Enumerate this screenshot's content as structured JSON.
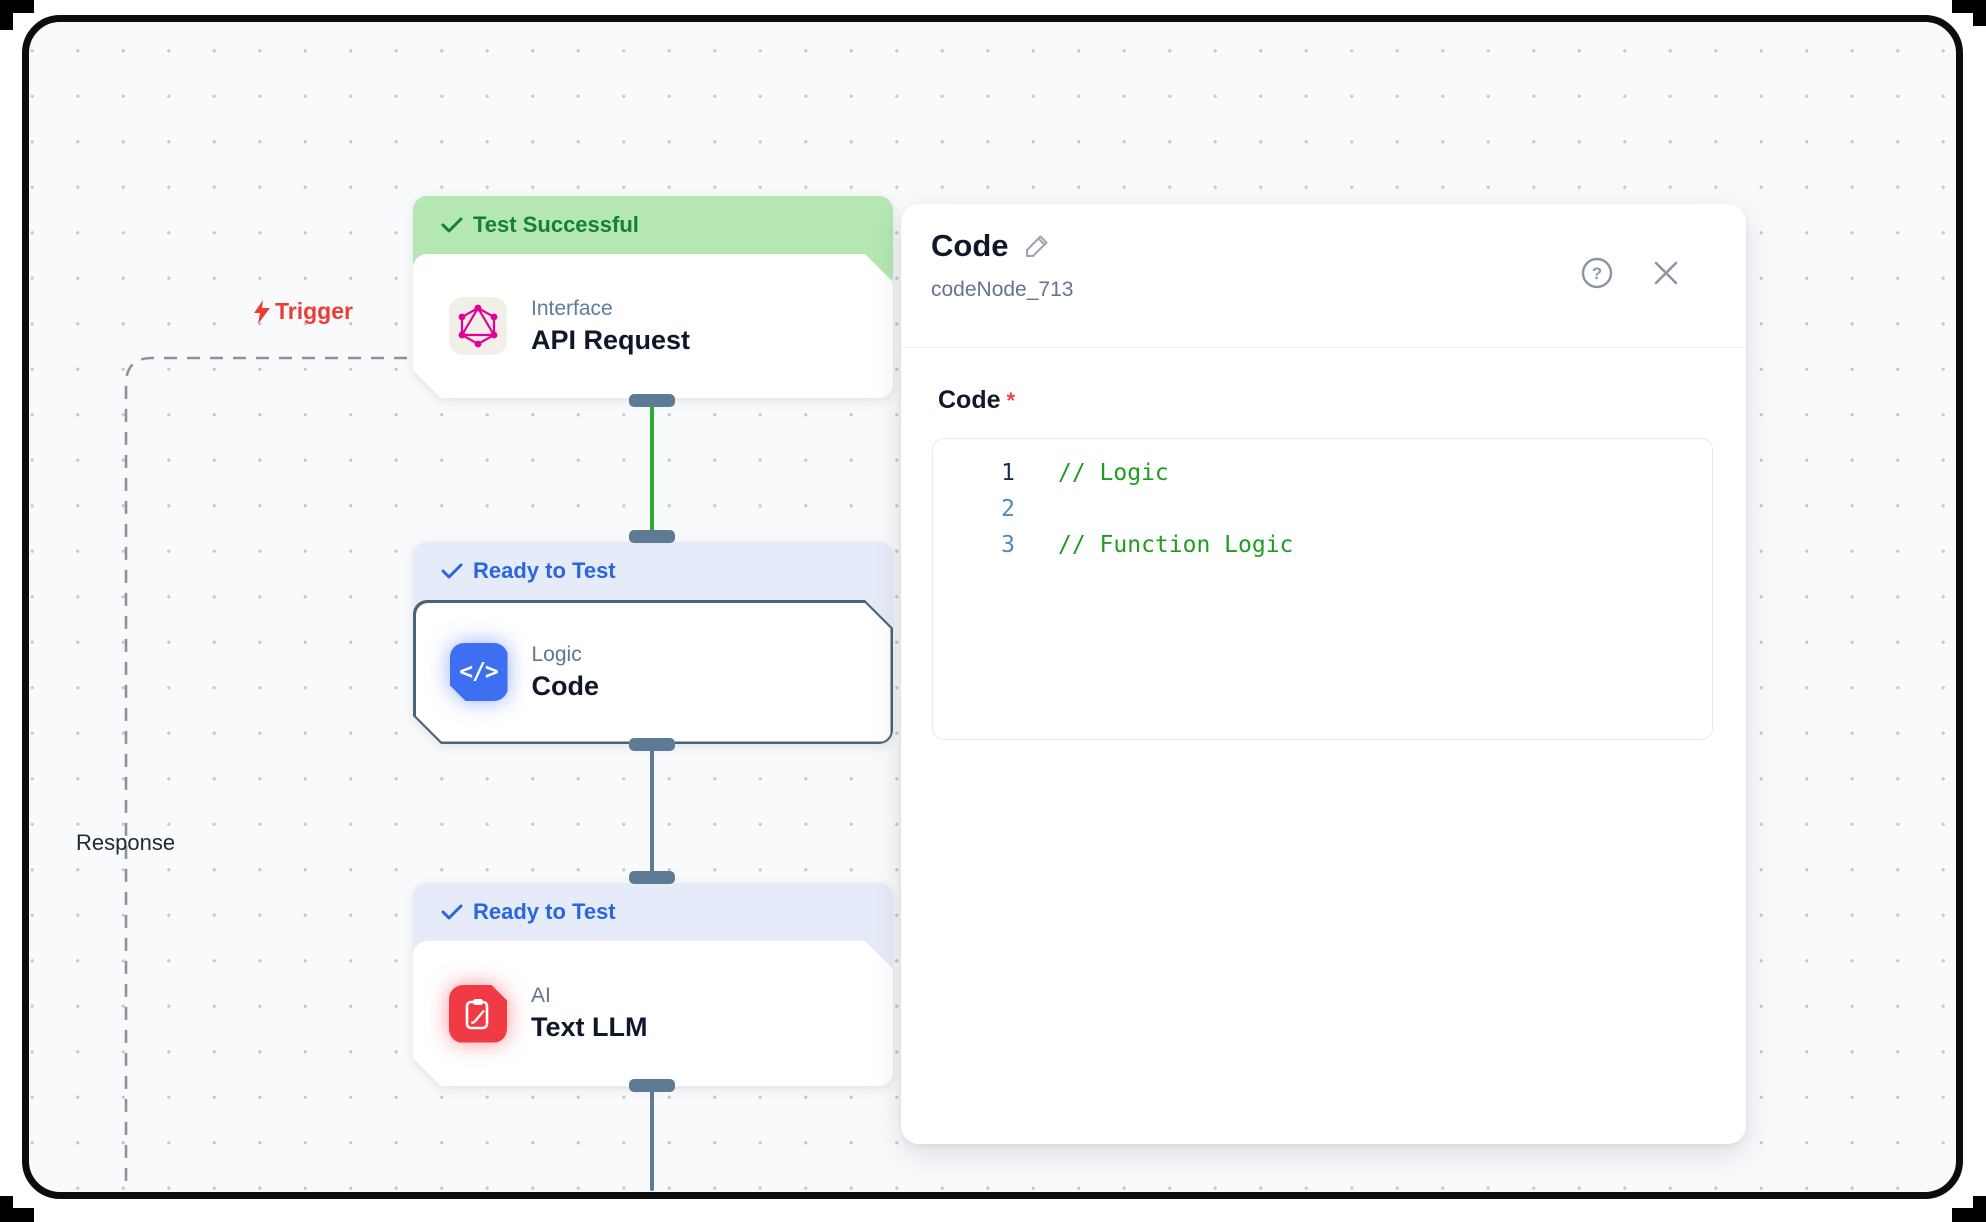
{
  "canvas": {
    "trigger_label": "Trigger",
    "response_label": "Response",
    "nodes": [
      {
        "status": "Test Successful",
        "category": "Interface",
        "title": "API Request"
      },
      {
        "status": "Ready to Test",
        "category": "Logic",
        "title": "Code"
      },
      {
        "status": "Ready to Test",
        "category": "AI",
        "title": "Text LLM"
      }
    ],
    "code_icon_glyph": "</>"
  },
  "panel": {
    "title": "Code",
    "node_id": "codeNode_713",
    "field_label": "Code",
    "required_marker": "*",
    "code_lines": [
      {
        "num": "1",
        "text": "// Logic"
      },
      {
        "num": "2",
        "text": ""
      },
      {
        "num": "3",
        "text": "// Function Logic"
      }
    ]
  },
  "colors": {
    "success_bg": "#b4e7b2",
    "success_text": "#14803c",
    "ready_bg": "#e6ebfa",
    "ready_text": "#2a66e0",
    "trigger_red": "#ee3b35",
    "edge_green": "#27ae35",
    "edge_slate": "#5e7a94",
    "logic_blue": "#3e6ff2",
    "ai_red": "#f03a44",
    "graphql_pink": "#e10098",
    "comment_green": "#1f9d20"
  }
}
